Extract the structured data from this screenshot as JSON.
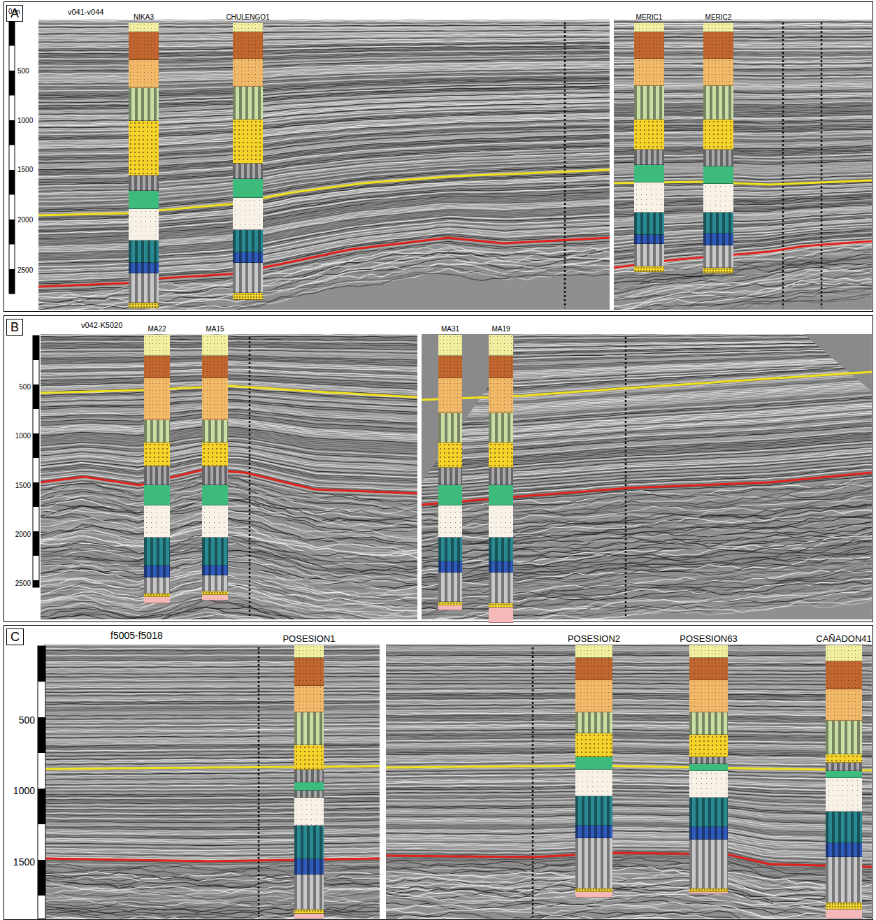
{
  "diagram": {
    "nodes": [
      {
        "text": [
          "A"
        ]
      },
      {
        "text": [
          "NIKA3"
        ],
        "in": 0
      },
      {
        "text": [
          "CHULENGO1"
        ],
        "in": 0
      },
      {
        "text": [
          "MERIC1"
        ],
        "in": 0
      },
      {
        "text": [
          "MERIC2"
        ],
        "in": 0
      },
      {
        "text": [
          "B"
        ]
      },
      {
        "text": [
          "MA22"
        ],
        "in": 5
      },
      {
        "text": [
          "MA15"
        ],
        "in": 5
      },
      {
        "text": [
          "MA31"
        ],
        "in": 5
      },
      {
        "text": [
          "MA19"
        ],
        "in": 5
      },
      {
        "text": [
          "C"
        ]
      },
      {
        "text": [
          "POSESION1"
        ],
        "in": 10
      },
      {
        "text": [
          "POSESION2"
        ],
        "in": 10
      },
      {
        "text": [
          "POSESION63"
        ],
        "in": 10
      },
      {
        "text": [
          "CAÑADON41"
        ],
        "in": 10
      }
    ],
    "labels": [
      "0 m",
      "v041-v044",
      "500",
      "1000",
      "1500",
      "2000",
      "2500",
      "v042-K5020",
      "500",
      "1000",
      "1500",
      "2000",
      "2500",
      "f5005-f5018",
      "500",
      "1000",
      "1500"
    ]
  }
}
